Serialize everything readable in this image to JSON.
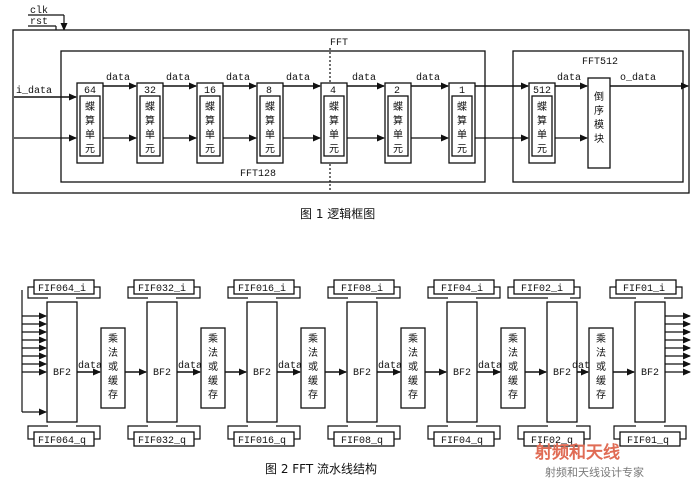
{
  "fig1": {
    "signals": {
      "clk": "clk",
      "rst": "rst",
      "i_data": "i_data",
      "o_data": "o_data"
    },
    "outer_label": "FFT",
    "fft128_label": "FFT128",
    "fft512_label": "FFT512",
    "data_label": "data",
    "stage_numbers": [
      "64",
      "32",
      "16",
      "8",
      "4",
      "2",
      "1"
    ],
    "fft512_stage": "512",
    "butterfly_chars": [
      "蝶",
      "算",
      "单",
      "元"
    ],
    "reorder_chars": [
      "倒",
      "序",
      "模",
      "块"
    ],
    "caption": "图 1   逻辑框图"
  },
  "fig2": {
    "fifo_top": [
      "FIF064_i",
      "FIF032_i",
      "FIF016_i",
      "FIF08_i",
      "FIF04_i",
      "FIF02_i",
      "FIF01_i"
    ],
    "fifo_bottom": [
      "FIF064_q",
      "FIF032_q",
      "FIF016_q",
      "FIF08_q",
      "FIF04_q",
      "FIF02_q",
      "FIF01_q"
    ],
    "bf_label": "BF2",
    "data_label": "data",
    "mult_chars": [
      "乘",
      "法",
      "或",
      "缓",
      "存"
    ],
    "caption": "图 2   FFT 流水线结构"
  },
  "watermark": {
    "main": "射频和天线",
    "sub": "射频和天线设计专家"
  }
}
